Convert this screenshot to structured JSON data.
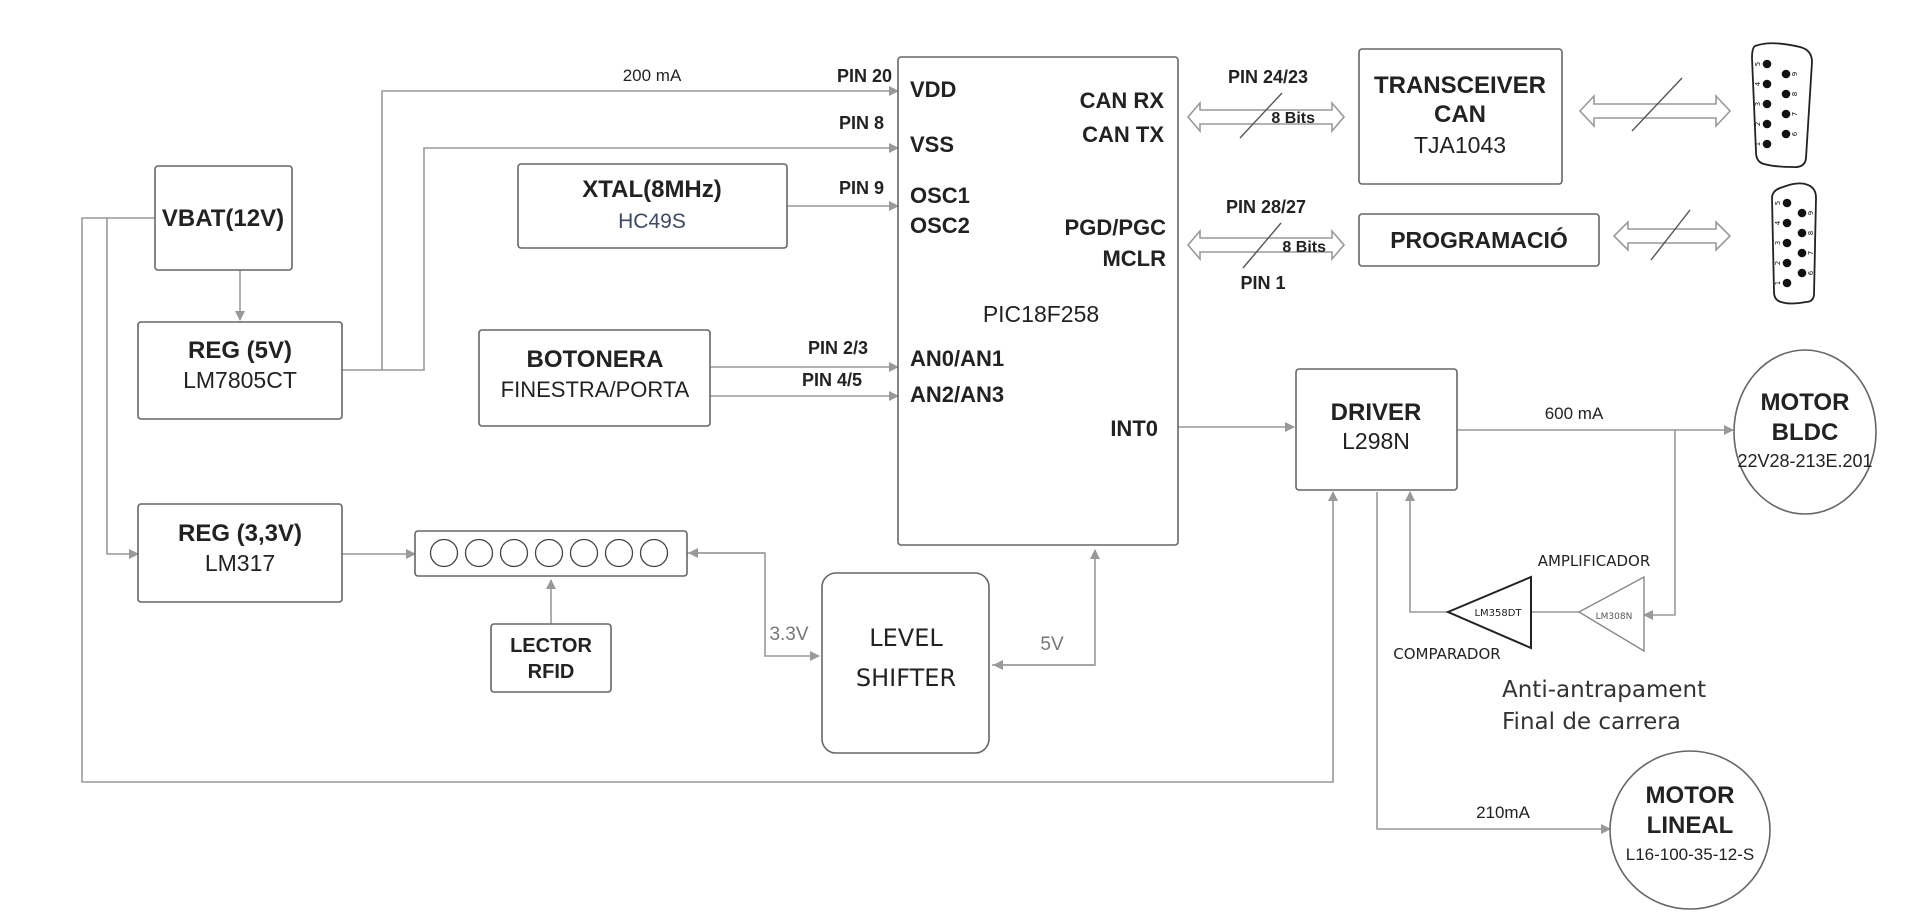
{
  "blocks": {
    "vbat": {
      "title": "VBAT(12V)"
    },
    "reg5": {
      "title": "REG (5V)",
      "sub": "LM7805CT"
    },
    "reg33": {
      "title": "REG (3,3V)",
      "sub": "LM317"
    },
    "xtal": {
      "title": "XTAL(8MHz)",
      "sub": "HC49S"
    },
    "botonera": {
      "title": "BOTONERA",
      "sub": "FINESTRA/PORTA"
    },
    "lector": {
      "title_line1": "LECTOR",
      "title_line2": "RFID"
    },
    "level": {
      "line1": "LEVEL",
      "line2": "SHIFTER"
    },
    "mcu": {
      "name": "PIC18F258",
      "vdd": "VDD",
      "vss": "VSS",
      "osc1": "OSC1",
      "osc2": "OSC2",
      "an01": "AN0/AN1",
      "an23": "AN2/AN3",
      "canrx": "CAN RX",
      "cantx": "CAN TX",
      "pgd": "PGD/PGC",
      "mclr": "MCLR",
      "int0": "INT0"
    },
    "transceiver": {
      "line1": "TRANSCEIVER",
      "line2": "CAN",
      "sub": "TJA1043"
    },
    "programacio": {
      "title": "PROGRAMACIÓ"
    },
    "driver": {
      "title": "DRIVER",
      "sub": "L298N"
    },
    "motor_bldc": {
      "line1": "MOTOR",
      "line2": "BLDC",
      "sub": "22V28-213E.201"
    },
    "motor_lineal": {
      "line1": "MOTOR",
      "line2": "LINEAL",
      "sub": "L16-100-35-12-S"
    }
  },
  "labels": {
    "current_200": "200 mA",
    "pin20": "PIN 20",
    "pin8": "PIN 8",
    "pin9": "PIN 9",
    "pin23": "PIN 2/3",
    "pin45": "PIN 4/5",
    "pin2423": "PIN 24/23",
    "pin2827": "PIN 28/27",
    "pin1": "PIN 1",
    "bits_can": "8 Bits",
    "bits_prog": "8 Bits",
    "v33": "3.3V",
    "v5": "5V",
    "current_600": "600 mA",
    "current_210": "210mA",
    "amplificador": "AMPLIFICADOR",
    "comparador": "COMPARADOR",
    "lm358": "LM358DT",
    "lm308": "LM308N",
    "anti1": "Anti-antrapament",
    "anti2": "Final de carrera"
  },
  "db9_pins": [
    "1",
    "2",
    "3",
    "4",
    "5",
    "6",
    "7",
    "8",
    "9"
  ],
  "colors": {
    "line": "#999999",
    "box": "#666666",
    "text": "#222222",
    "xtal_sub": "#3a4a66"
  }
}
